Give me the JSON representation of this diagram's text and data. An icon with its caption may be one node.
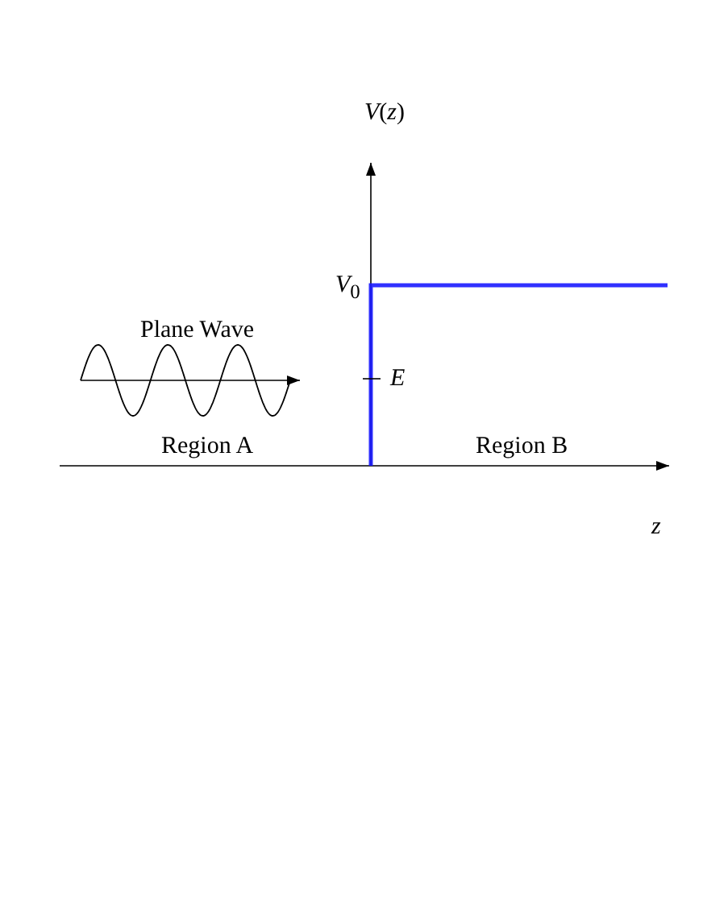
{
  "diagram": {
    "labels": [
      "*V*(*z*)",
      "*V*$_{0}$",
      "Plane Wave",
      "E",
      "Region A",
      "Region B",
      "z"
    ]
  }
}
